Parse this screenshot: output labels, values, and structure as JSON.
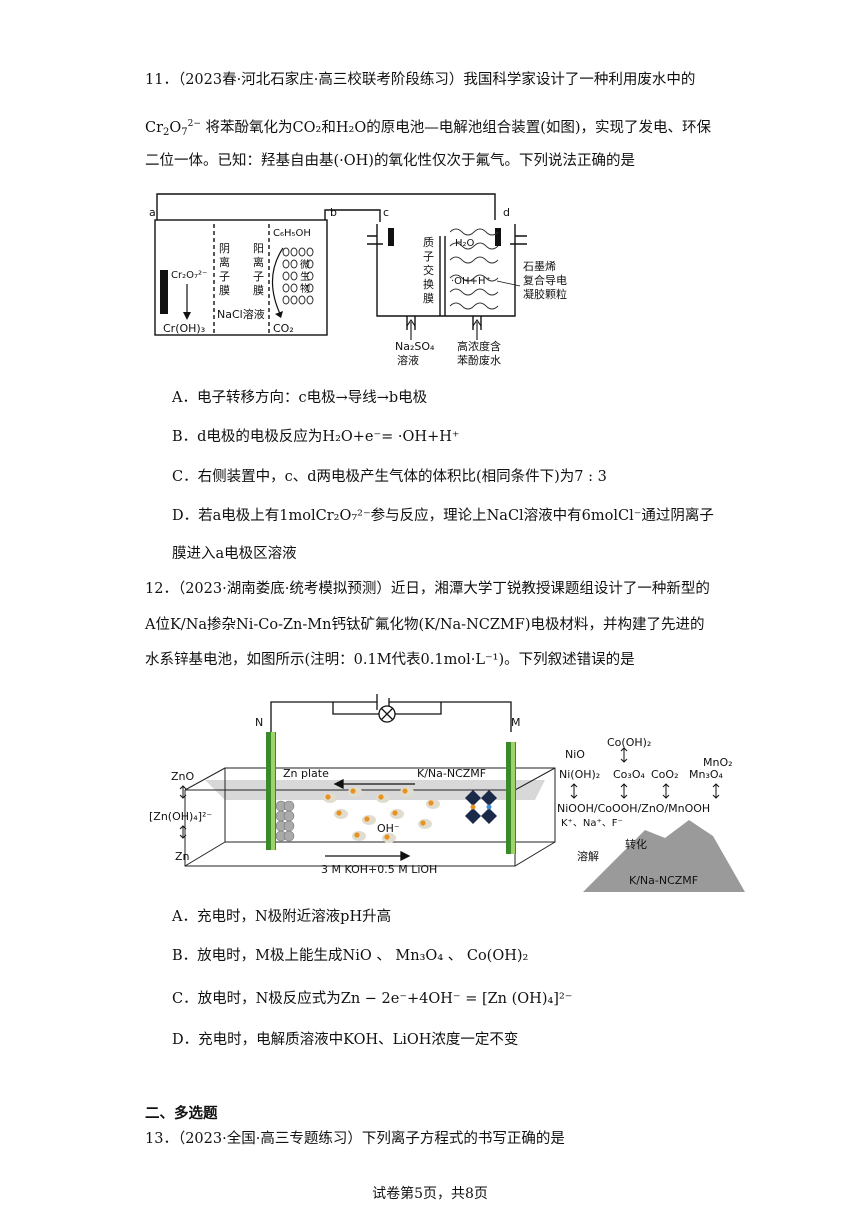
{
  "q11": {
    "line1": "11．（2023春·河北石家庄·高三校联考阶段练习）我国科学家设计了一种利用废水中的",
    "line2_pre": "Cr",
    "line2_sub1": "2",
    "line2_mid": "O",
    "line2_sub2": "7",
    "line2_sup": "2−",
    "line2_post": " 将苯酚氧化为CO₂和H₂O的原电池—电解池组合装置(如图)，实现了发电、环保",
    "line3": "二位一体。已知：羟基自由基(·OH)的氧化性仅次于氟气。下列说法正确的是",
    "diagram": {
      "a": "a",
      "b": "b",
      "c": "c",
      "d": "d",
      "cr2o7": "Cr₂O₇²⁻",
      "croh3": "Cr(OH)₃",
      "anion_membrane": [
        "阴",
        "离",
        "子",
        "膜"
      ],
      "cation_membrane": [
        "阳",
        "离",
        "子",
        "膜"
      ],
      "nacl": "NaCl溶液",
      "c6h5oh": "C₆H₅OH",
      "microbe": [
        "微",
        "生",
        "物"
      ],
      "co2": "CO₂",
      "proton_membrane": [
        "质",
        "子",
        "交",
        "换",
        "膜"
      ],
      "h2o": "H₂O",
      "oh_h": "·OH+H⁺",
      "graphene": [
        "石墨烯",
        "复合导电",
        "凝胶颗粒"
      ],
      "na2so4": [
        "Na₂SO₄",
        "溶液"
      ],
      "phenol_water": [
        "高浓度含",
        "苯酚废水"
      ]
    },
    "optA": "A．电子转移方向：c电极→导线→b电极",
    "optB": "B．d电极的电极反应为H₂O+e⁻= ·OH+H⁺",
    "optC": "C．右侧装置中，c、d两电极产生气体的体积比(相同条件下)为7 : 3",
    "optD1": "D．若a电极上有1molCr₂O₇²⁻参与反应，理论上NaCl溶液中有6molCl⁻通过阴离子",
    "optD2": "膜进入a电极区溶液"
  },
  "q12": {
    "line1": "12．（2023·湖南娄底·统考模拟预测）近日，湘潭大学丁锐教授课题组设计了一种新型的",
    "line2": "A位K/Na掺杂Ni-Co-Zn-Mn钙钛矿氟化物(K/Na-NCZMF)电极材料，并构建了先进的",
    "line3": "水系锌基电池，如图所示(注明：0.1M代表0.1mol·L⁻¹)。下列叙述错误的是",
    "diagram": {
      "N": "N",
      "M": "M",
      "zn_plate": "Zn  plate",
      "knaf": "K/Na-NCZMF",
      "zno": "ZnO",
      "znoh4": "[Zn(OH)₄]²⁻",
      "zn": "Zn",
      "oh": "OH⁻",
      "electrolyte": "3 M KOH+0.5 M LiOH",
      "nio": "NiO",
      "nioh2": "Ni(OH)₂",
      "cooh2": "Co(OH)₂",
      "co3o4": "Co₃O₄",
      "coo2": "CoO₂",
      "mno2": "MnO₂",
      "mn3o4": "Mn₃O₄",
      "products": "NiOOH/CoOOH/ZnO/MnOOH",
      "ions": "K⁺、Na⁺、F⁻",
      "dissolve": "溶解",
      "transform": "转化",
      "base": "K/Na-NCZMF"
    },
    "optA": "A．充电时，N极附近溶液pH升高",
    "optB": "B．放电时，M极上能生成NiO 、 Mn₃O₄ 、 Co(OH)₂",
    "optC": "C．放电时，N极反应式为Zn − 2e⁻+4OH⁻ = [Zn (OH)₄]²⁻",
    "optD": "D．充电时，电解质溶液中KOH、LiOH浓度一定不变"
  },
  "section2": "二、多选题",
  "q13": "13．（2023·全国·高三专题练习）下列离子方程式的书写正确的是",
  "footer": "试卷第5页，共8页"
}
